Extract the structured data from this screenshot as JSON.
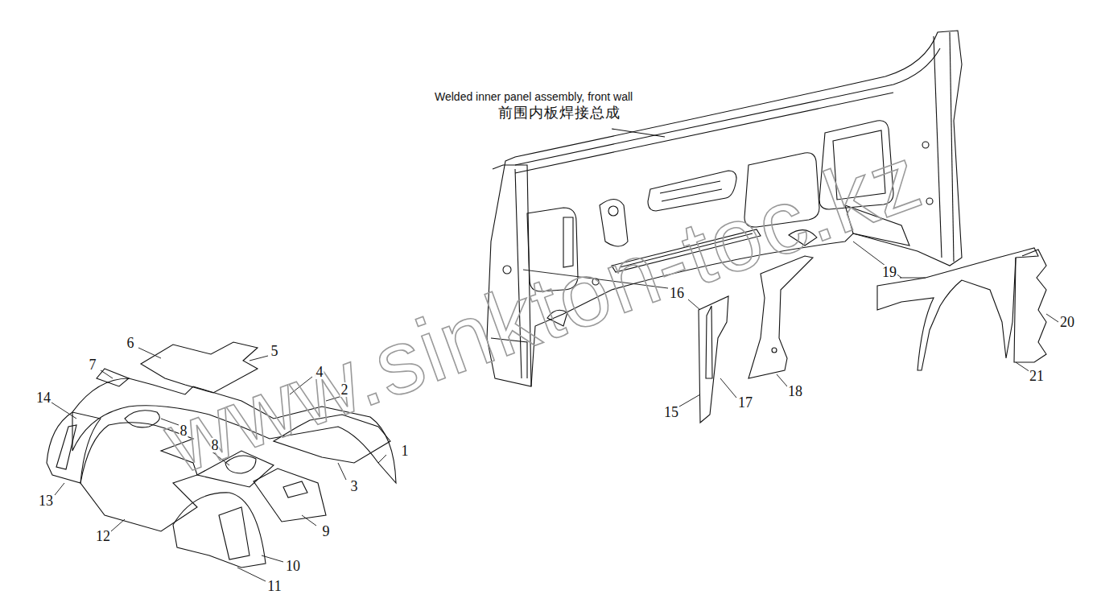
{
  "diagram": {
    "labels": [
      "Welded inner panel assembly, front wall",
      "前围内板焊接总成",
      "1",
      "2",
      "3",
      "4",
      "5",
      "6",
      "7",
      "8",
      "8",
      "9",
      "10",
      "11",
      "12",
      "13",
      "14",
      "15",
      "16",
      "17",
      "18",
      "19",
      "20",
      "21",
      "www.sinkton-toc.kz"
    ]
  }
}
